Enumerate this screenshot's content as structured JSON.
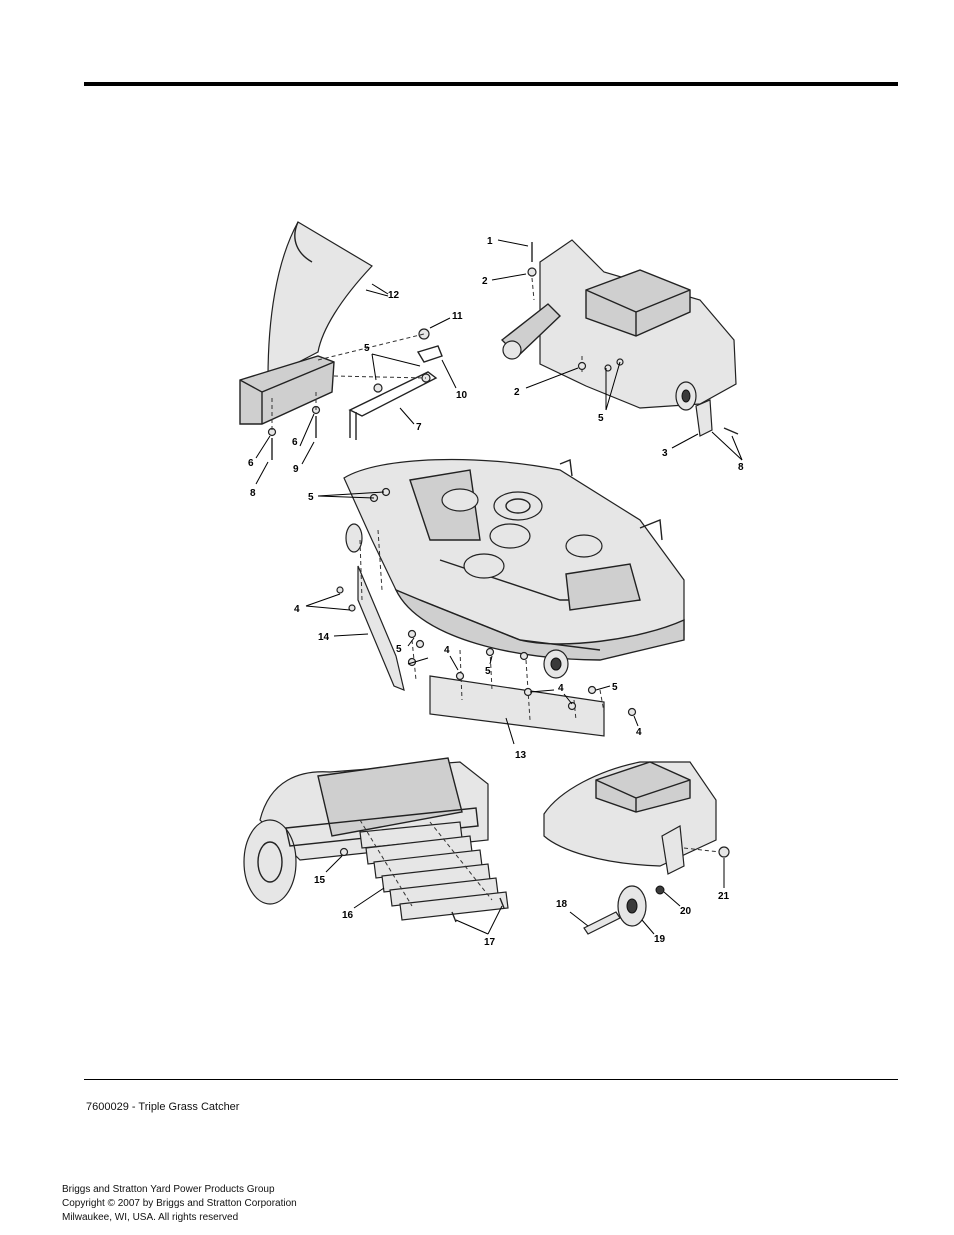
{
  "figure": {
    "callouts": {
      "c1": "1",
      "c2a": "2",
      "c2b": "2",
      "c3": "3",
      "c4a": "4",
      "c4b": "4",
      "c4c": "4",
      "c4d": "4",
      "c5a": "5",
      "c5b": "5",
      "c5c": "5",
      "c5d": "5",
      "c5e": "5",
      "c5f": "5",
      "c6a": "6",
      "c6b": "6",
      "c7": "7",
      "c8a": "8",
      "c8b": "8",
      "c9": "9",
      "c10": "10",
      "c11": "11",
      "c12": "12",
      "c13": "13",
      "c14": "14",
      "c15": "15",
      "c16": "16",
      "c17": "17",
      "c18": "18",
      "c19": "19",
      "c20": "20",
      "c21": "21"
    }
  },
  "caption": "7600029 - Triple Grass Catcher",
  "footer": {
    "line1": "Briggs and Stratton Yard Power Products Group",
    "line2": "Copyright ©  2007 by Briggs and Stratton Corporation",
    "line3": "Milwaukee, WI, USA. All rights reserved"
  }
}
